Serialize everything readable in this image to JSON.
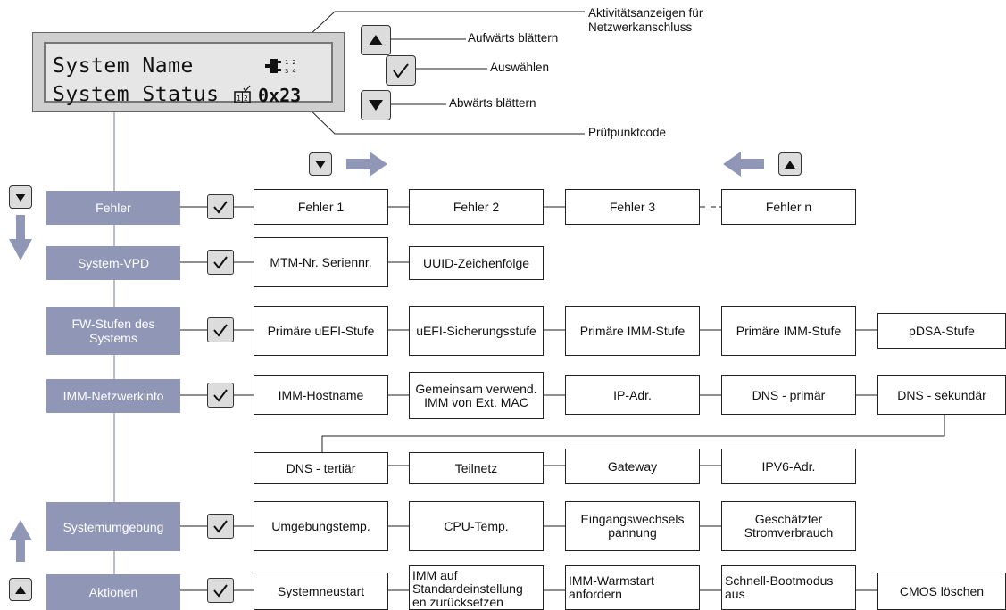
{
  "lcd": {
    "line1": "System Name",
    "line2": "System Status",
    "checkpoint": "0x23"
  },
  "callouts": {
    "activity": "Aktivitätsanzeigen für Netzwerkanschluss",
    "scroll_up": "Aufwärts blättern",
    "select": "Auswählen",
    "scroll_down": "Abwärts blättern",
    "checkpoint": "Prüfpunktcode"
  },
  "menus": [
    {
      "label": "Fehler"
    },
    {
      "label": "System-VPD"
    },
    {
      "label": "FW-Stufen des Systems"
    },
    {
      "label": "IMM-Netzwerkinfo"
    },
    {
      "label": "Systemumgebung"
    },
    {
      "label": "Aktionen"
    }
  ],
  "rows": {
    "fehler": [
      "Fehler 1",
      "Fehler 2",
      "Fehler 3",
      "Fehler n"
    ],
    "vpd": [
      "MTM-Nr. Seriennr.",
      "UUID-Zeichenfolge"
    ],
    "fw": [
      "Primäre uEFI-Stufe",
      "uEFI-Sicherungsstufe",
      "Primäre IMM-Stufe",
      "Primäre IMM-Stufe",
      "pDSA-Stufe"
    ],
    "imm": [
      "IMM-Hostname",
      "Gemeinsam verwend. IMM von Ext. MAC",
      "IP-Adr.",
      "DNS - primär",
      "DNS - sekundär"
    ],
    "imm2": [
      "DNS - tertiär",
      "Teilnetz",
      "Gateway",
      "IPV6-Adr."
    ],
    "env": [
      "Umgebungstemp.",
      "CPU-Temp.",
      "Eingangswechsels pannung",
      "Geschätzter Stromverbrauch"
    ],
    "actions": [
      "Systemneustart",
      "IMM auf Standardeinstellung en zurücksetzen",
      "IMM-Warmstart anfordern",
      "Schnell-Bootmodus aus",
      "CMOS löschen"
    ]
  },
  "colors": {
    "menu_fill": "#8f96b6",
    "arrow_fill": "#8f96b6",
    "button_fill": "#dcdcdc",
    "tree_line": "#b8bdd6"
  }
}
